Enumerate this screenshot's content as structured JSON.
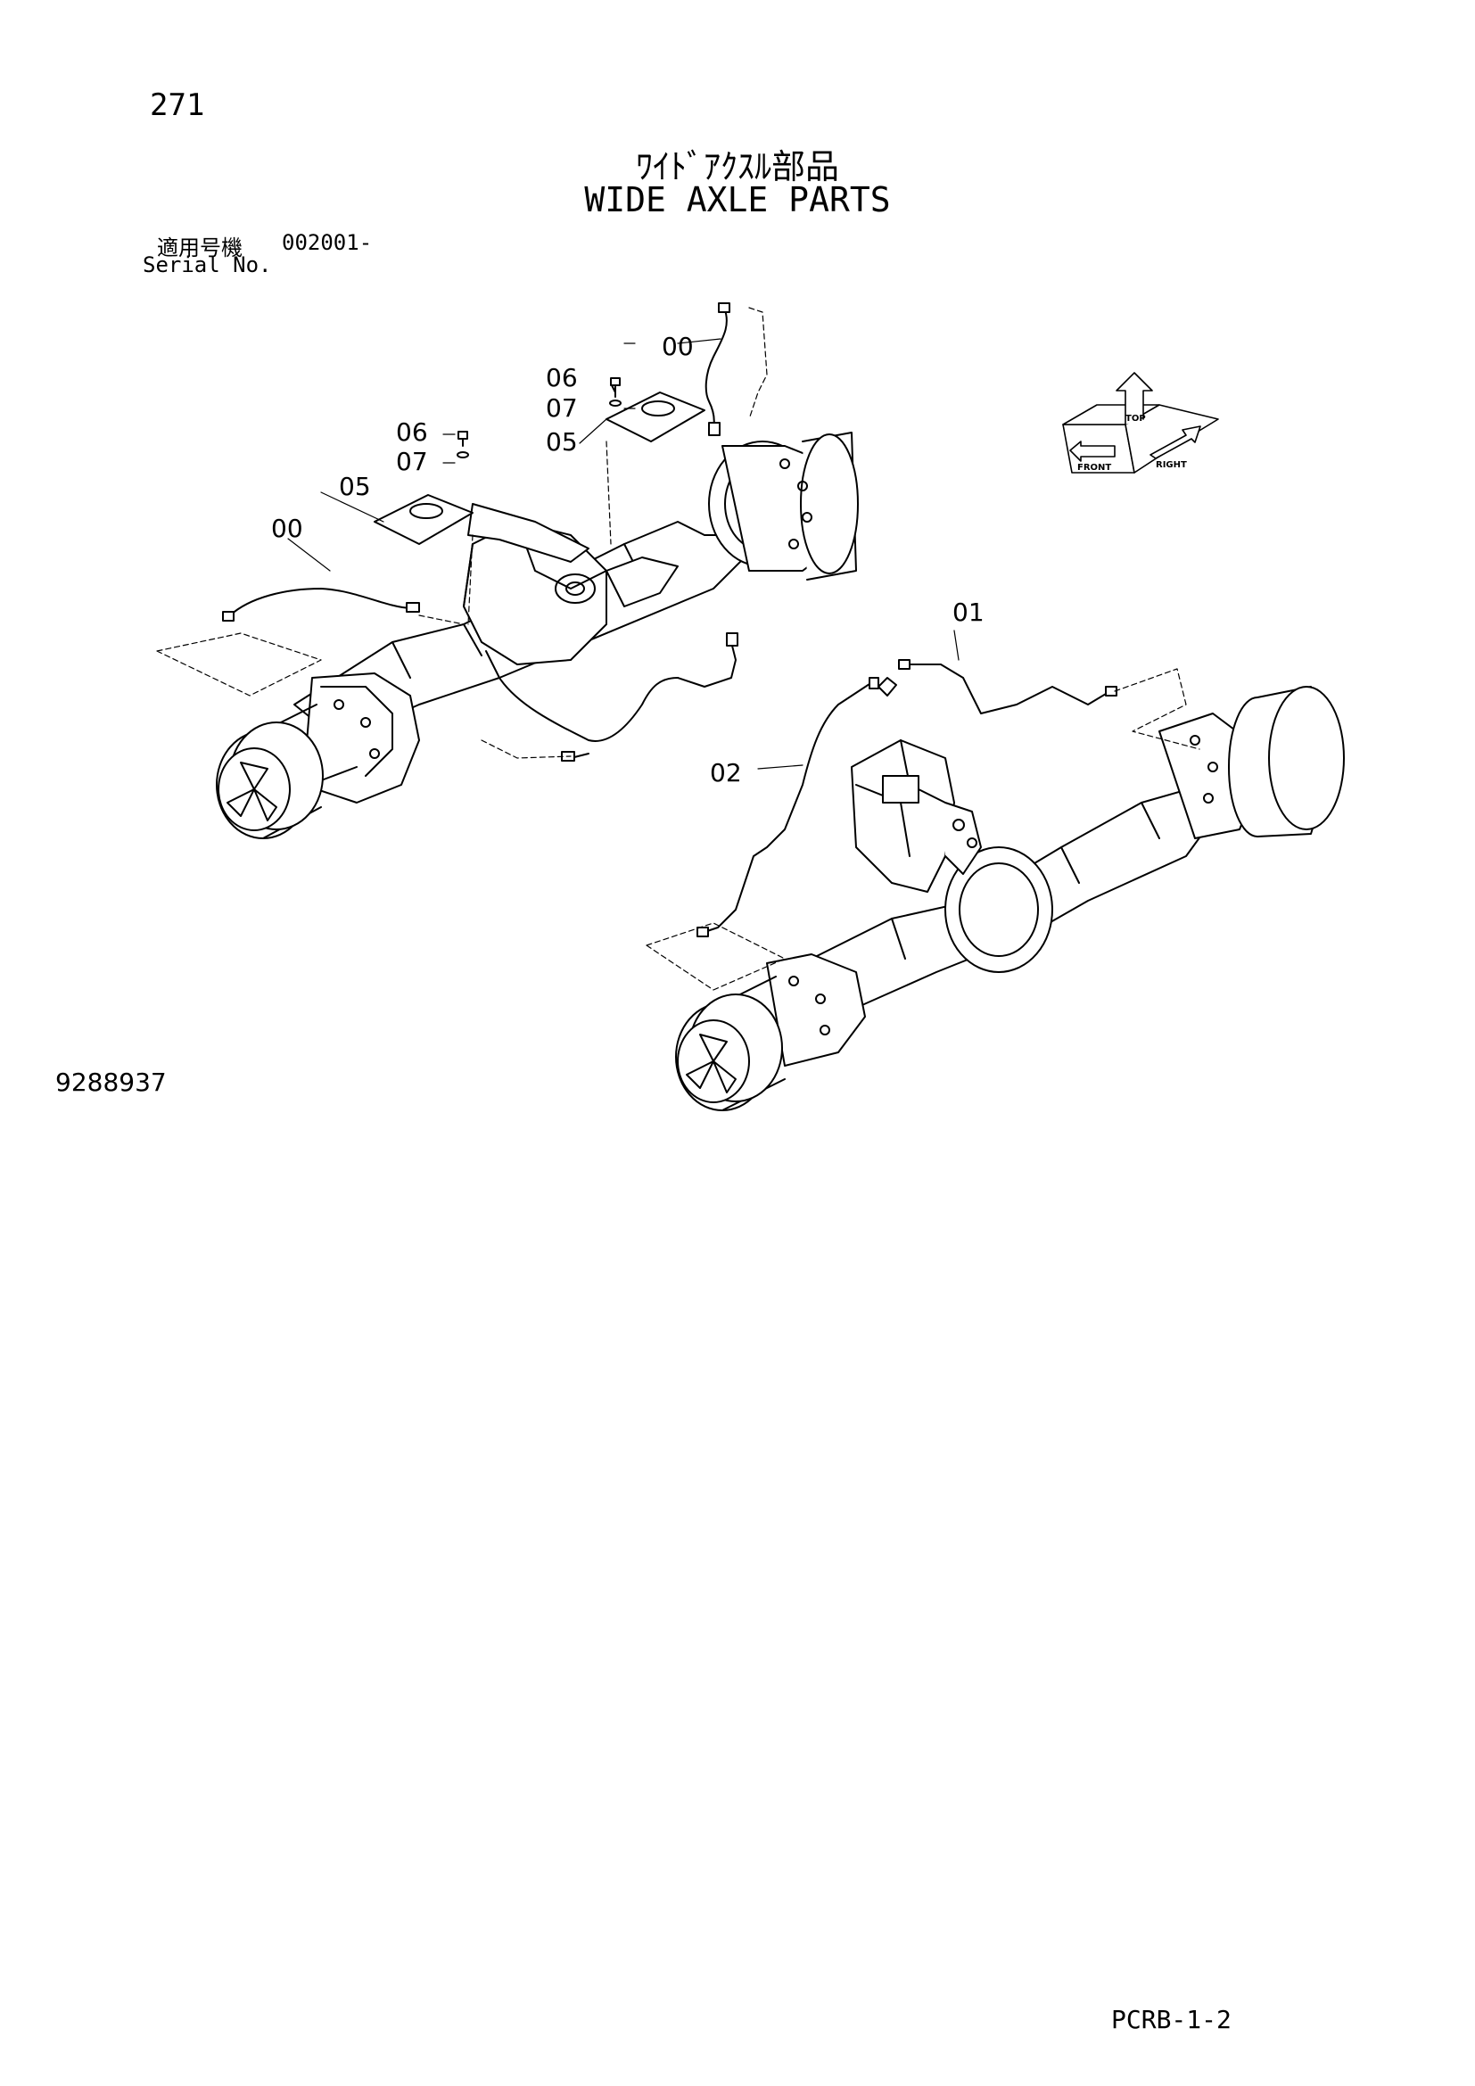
{
  "header": {
    "page_number": "271",
    "title_jp": "ﾜｲﾄﾞｱｸｽﾙ部品",
    "title_en": "WIDE AXLE PARTS",
    "serial_label_jp": "適用号機",
    "serial_value": "002001-",
    "serial_label_en": "Serial No."
  },
  "callouts": {
    "hose_upper": "00",
    "bolt_upper": "06",
    "washer_upper": "07",
    "cover_upper": "05",
    "bolt_left": "06",
    "washer_left": "07",
    "cover_left": "05",
    "hose_left": "00",
    "pipe_right": "01",
    "pipe_lower": "02"
  },
  "orientation": {
    "top": "TOP",
    "front": "FRONT",
    "right": "RIGHT"
  },
  "footer": {
    "drawing_number": "9288937",
    "code": "PCRB-1-2"
  }
}
